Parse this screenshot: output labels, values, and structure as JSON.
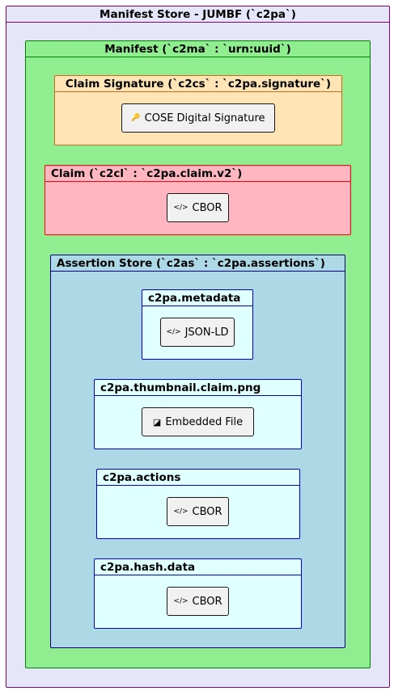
{
  "manifest_store": {
    "title": "Manifest Store - JUMBF (`c2pa`)",
    "fill": "#e6e6fa",
    "stroke": "#800080"
  },
  "manifest": {
    "title": "Manifest (`c2ma` : `urn:uuid`)",
    "fill": "#90ee90",
    "stroke": "#008000"
  },
  "claim_signature": {
    "title": "Claim Signature (`c2cs` : `c2pa.signature`)",
    "fill": "#ffe4b5",
    "stroke": "#d2691e",
    "node": {
      "icon": "key-icon",
      "glyph": "🔑",
      "label": "COSE Digital Signature"
    }
  },
  "claim": {
    "title": "Claim (`c2cl` : `c2pa.claim.v2`)",
    "fill": "#ffb6c1",
    "stroke": "#ff0000",
    "node": {
      "icon": "code-icon",
      "glyph": "</>",
      "label": "CBOR"
    }
  },
  "assertion_store": {
    "title": "Assertion Store (`c2as` : `c2pa.assertions`)",
    "fill": "#add8e6",
    "stroke": "#00008b",
    "assertions": [
      {
        "title": "c2pa.metadata",
        "node": {
          "icon": "code-icon",
          "glyph": "</>",
          "label": "JSON-LD"
        }
      },
      {
        "title": "c2pa.thumbnail.claim.png",
        "node": {
          "icon": "image-icon",
          "glyph": "◪",
          "label": "Embedded File"
        }
      },
      {
        "title": "c2pa.actions",
        "node": {
          "icon": "code-icon",
          "glyph": "</>",
          "label": "CBOR"
        }
      },
      {
        "title": "c2pa.hash.data",
        "node": {
          "icon": "code-icon",
          "glyph": "</>",
          "label": "CBOR"
        }
      }
    ],
    "assertion_fill": "#e0ffff",
    "assertion_stroke": "#0000cd"
  }
}
